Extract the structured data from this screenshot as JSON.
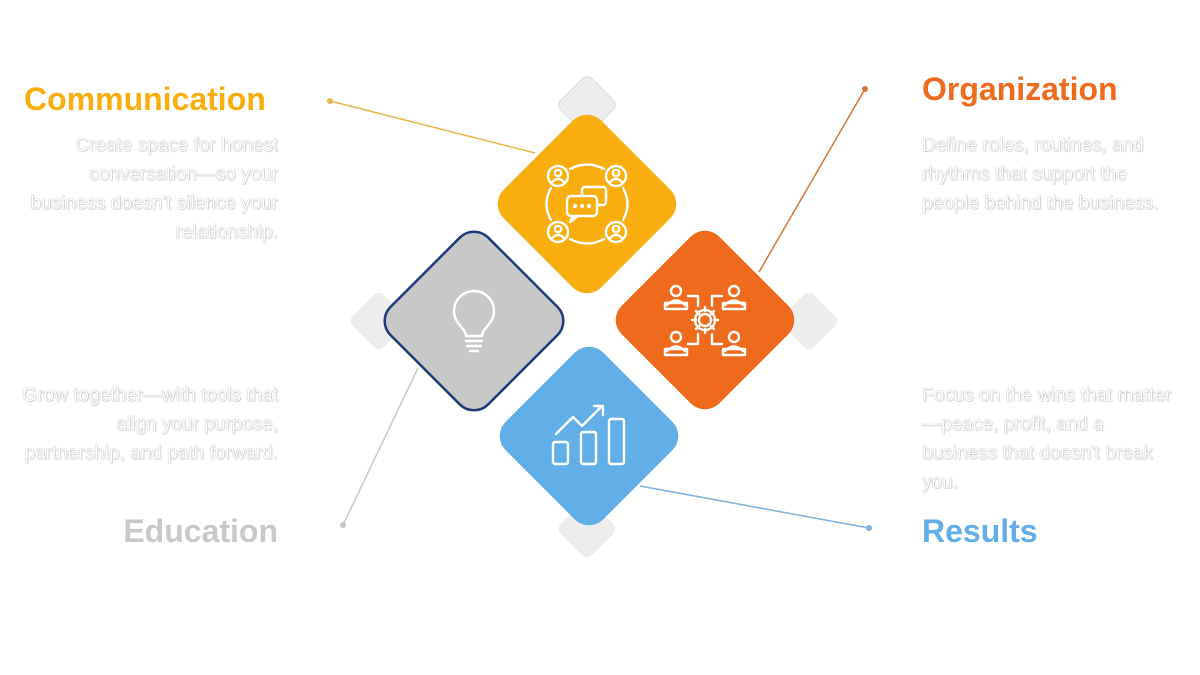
{
  "colors": {
    "communication": "#F8AE0F",
    "organization": "#EE6A1C",
    "education": "#C8C8C8",
    "education_border": "#1F3A7A",
    "results": "#62AEE6",
    "ghost": "#EDEDED"
  },
  "sections": {
    "communication": {
      "title": "Communication",
      "description": "Create space for honest conversation—so your business doesn't silence your relationship.",
      "icon": "communication-network-icon"
    },
    "organization": {
      "title": "Organization",
      "description": "Define roles, routines, and rhythms that support the people behind the business.",
      "icon": "team-gear-icon"
    },
    "education": {
      "title": "Education",
      "description": "Grow together—with tools that align your purpose, partnership, and path forward.",
      "icon": "lightbulb-icon"
    },
    "results": {
      "title": "Results",
      "description": "Focus on the wins that matter—peace, profit, and a business that doesn't break you.",
      "icon": "growth-chart-icon"
    }
  }
}
